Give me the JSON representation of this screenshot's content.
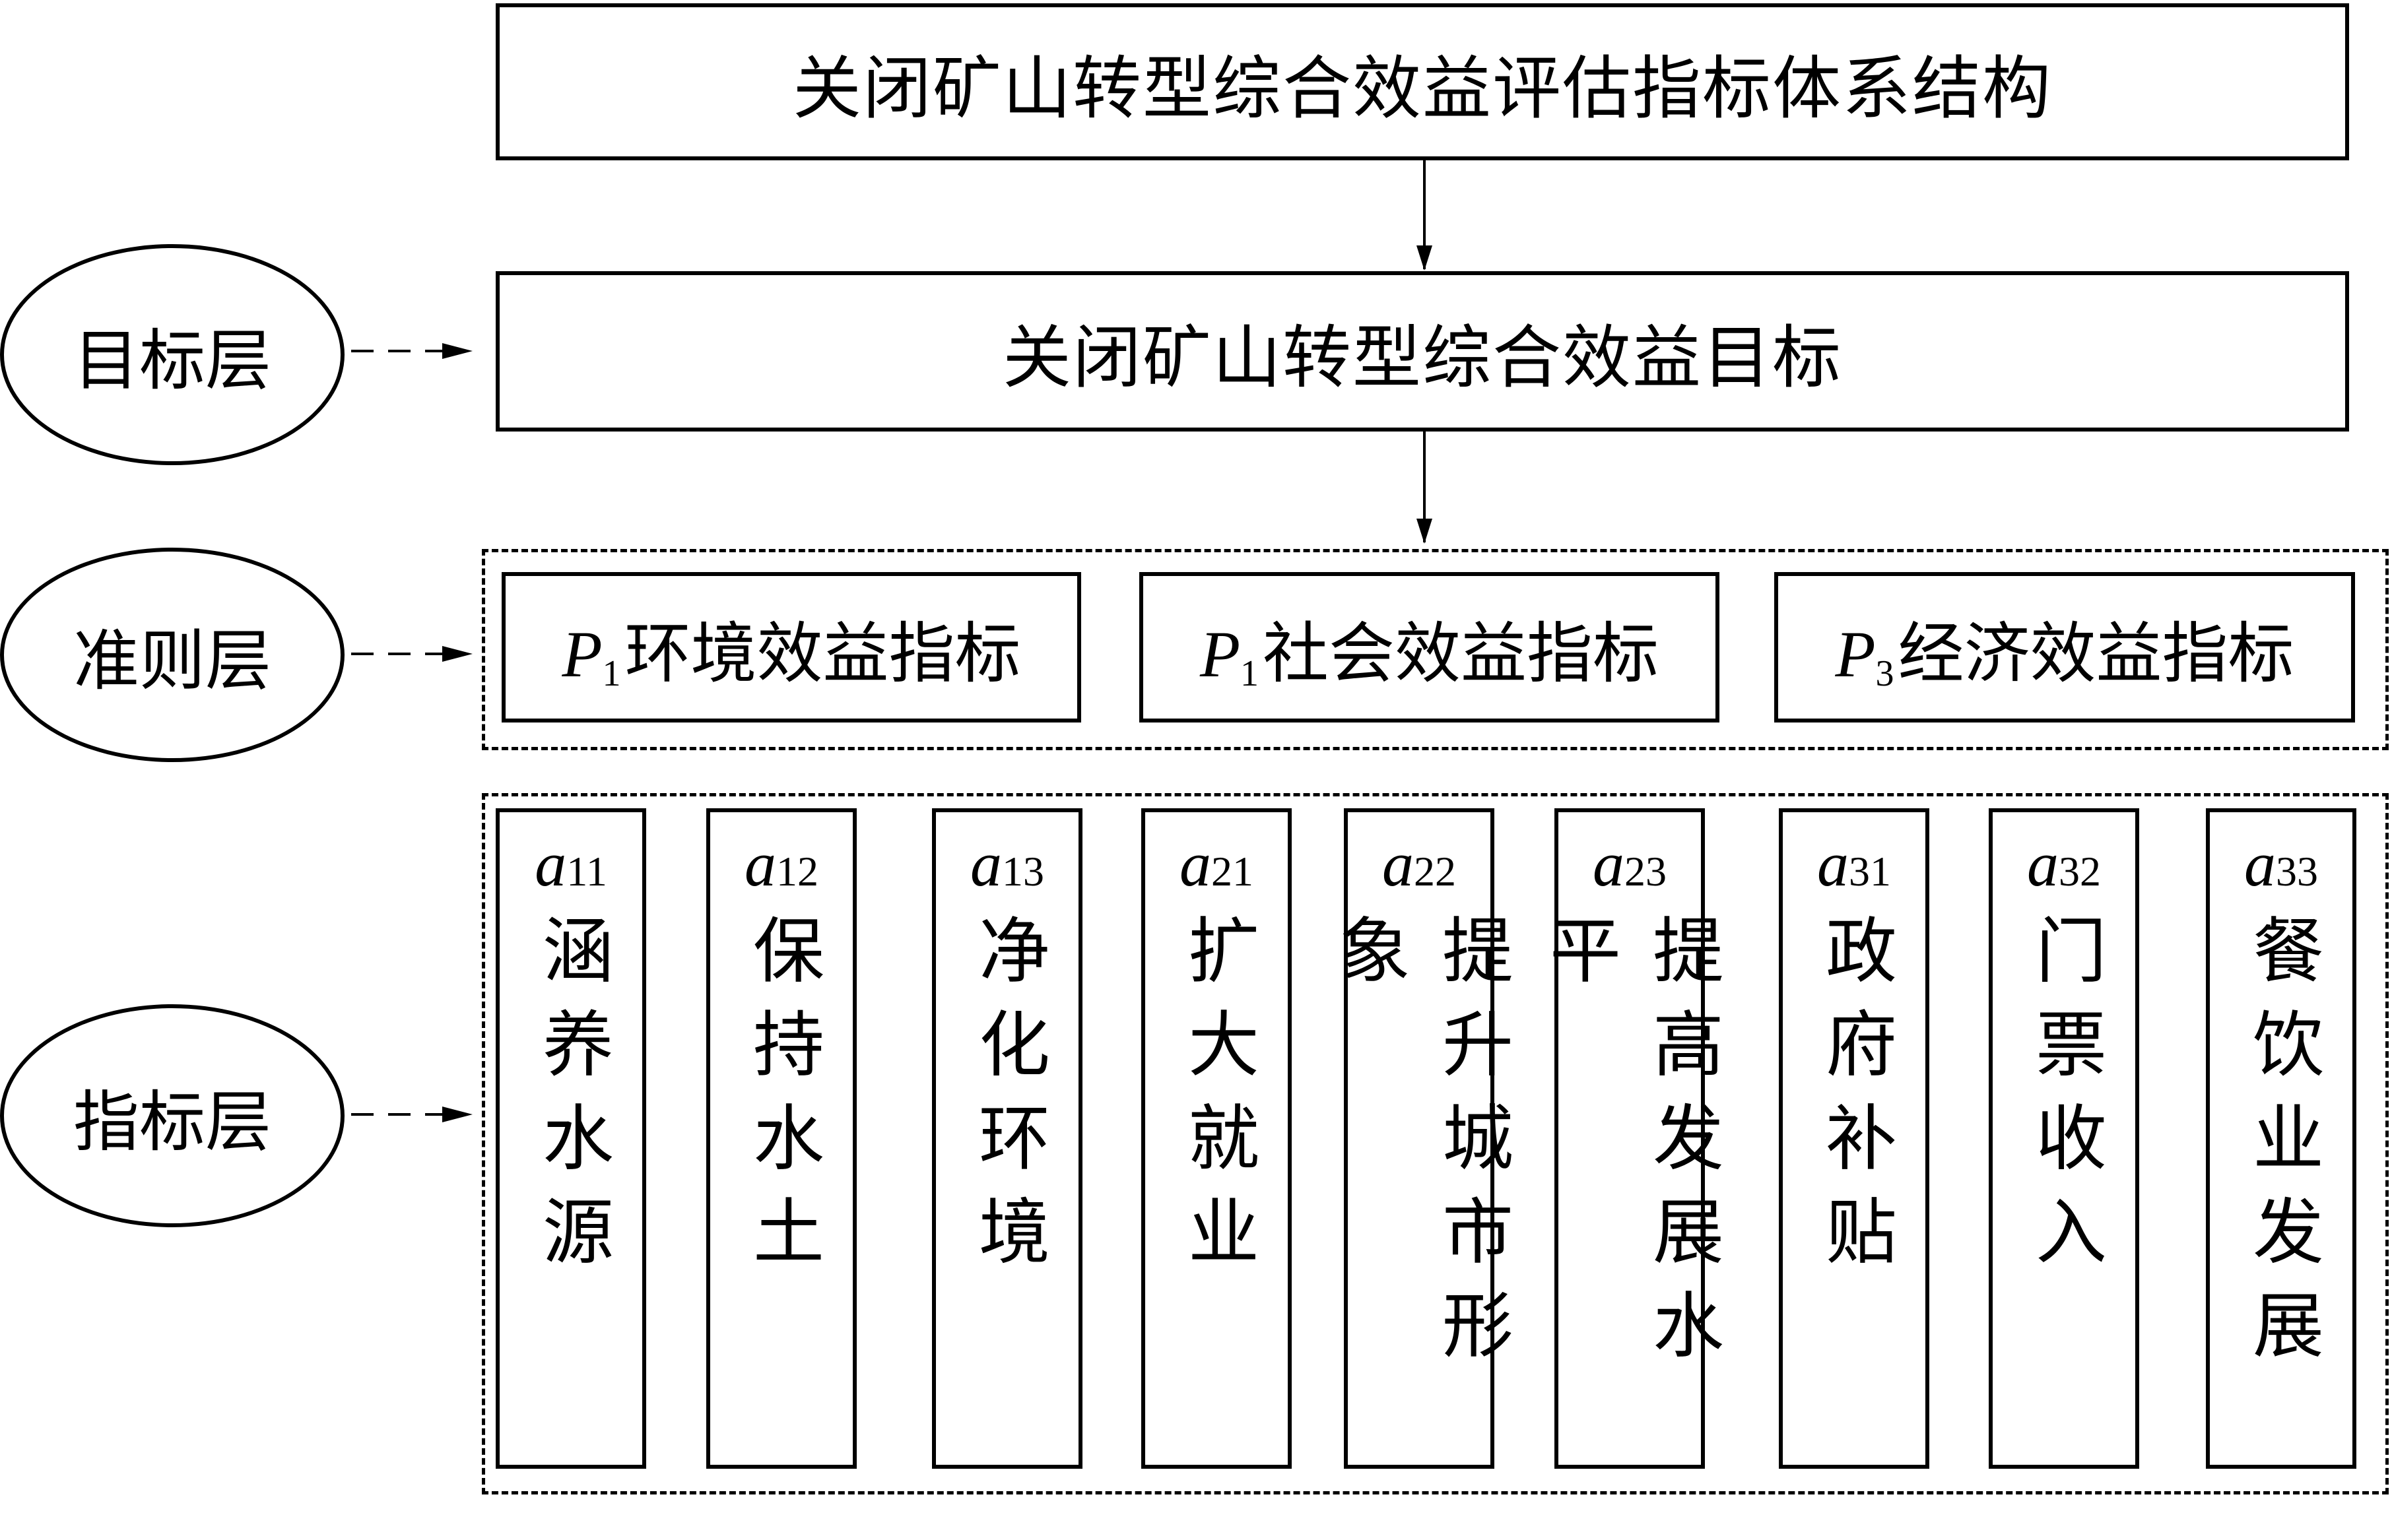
{
  "title": "关闭矿山转型综合效益评估指标体系结构",
  "goal": "关闭矿山转型综合效益目标",
  "layers": {
    "goal_layer": "目标层",
    "criteria_layer": "准则层",
    "indicator_layer": "指标层"
  },
  "criteria": [
    {
      "symbol": "P",
      "sub": "1",
      "label": "环境效益指标"
    },
    {
      "symbol": "P",
      "sub": "1",
      "label": "社会效益指标"
    },
    {
      "symbol": "P",
      "sub": "3",
      "label": "经济效益指标"
    }
  ],
  "indicators": [
    {
      "symbol": "a",
      "sub": "11",
      "label": "涵养水源"
    },
    {
      "symbol": "a",
      "sub": "12",
      "label": "保持水土"
    },
    {
      "symbol": "a",
      "sub": "13",
      "label": "净化环境"
    },
    {
      "symbol": "a",
      "sub": "21",
      "label": "扩大就业"
    },
    {
      "symbol": "a",
      "sub": "22",
      "label": "提升城市形象"
    },
    {
      "symbol": "a",
      "sub": "23",
      "label": "提高发展水平"
    },
    {
      "symbol": "a",
      "sub": "31",
      "label": "政府补贴"
    },
    {
      "symbol": "a",
      "sub": "32",
      "label": "门票收入"
    },
    {
      "symbol": "a",
      "sub": "33",
      "label": "餐饮业发展"
    }
  ]
}
